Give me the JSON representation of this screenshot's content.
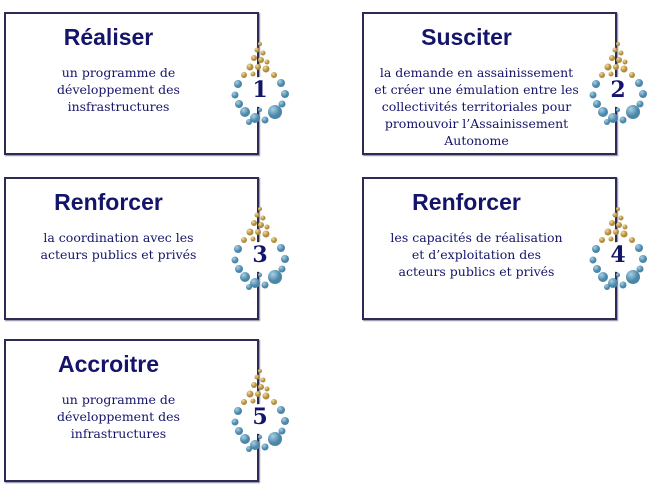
{
  "cards": [
    {
      "title": "Réaliser",
      "text": [
        "un programme de",
        "développement des",
        "insfrastructures"
      ],
      "number": "1"
    },
    {
      "title": "Susciter",
      "text": [
        "la demande en assainissement",
        "et créer une émulation entre les",
        "collectivités territoriales pour",
        "promouvoir l’Assainissement",
        "Autonome"
      ],
      "number": "2"
    },
    {
      "title": "Renforcer",
      "text": [
        "la coordination avec les",
        "acteurs publics et privés"
      ],
      "number": "3"
    },
    {
      "title": "Renforcer",
      "text": [
        "les capacités de réalisation",
        "et d’exploitation des",
        "acteurs publics et privés"
      ],
      "number": "4"
    },
    {
      "title": "Accroitre",
      "text": [
        "un programme de",
        "développement des",
        "infrastructures"
      ],
      "number": "5"
    }
  ],
  "colors": {
    "border": "#2b2b55",
    "text": "#14146a",
    "gold": "#b08a3a",
    "blue": "#4a86a8"
  }
}
